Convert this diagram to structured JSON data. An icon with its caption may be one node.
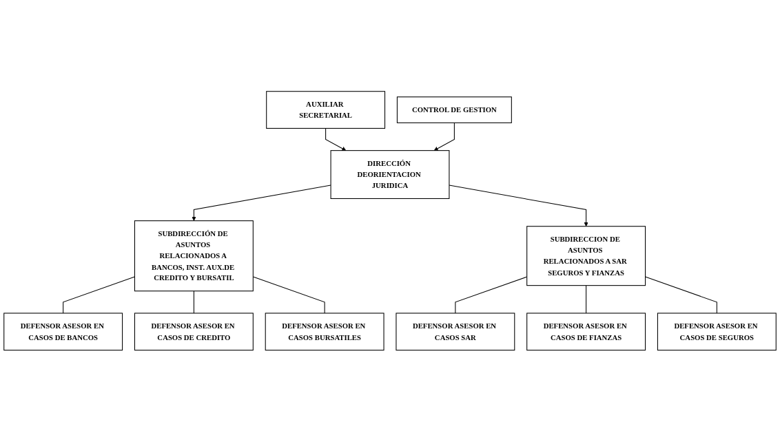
{
  "diagram": {
    "nodes": [
      {
        "text": [
          "DIRECCIÓN DEORIENTACION JURIDICA"
        ]
      },
      {
        "text": [
          "AUXILIAR SECRETARIAL"
        ]
      },
      {
        "text": [
          "CONTROL DE GESTION"
        ]
      },
      {
        "text": [
          "SUBDIRECCIÓN DE ASUNTOS RELACIONADOS A BANCOS, INST. AUX.DE CREDITO Y BURSATIL"
        ]
      },
      {
        "text": [
          "SUBDIRECCION DE ASUNTOS RELACIONADOS A SAR SEGUROS Y FIANZAS"
        ]
      },
      {
        "text": [
          "DEFENSOR ASESOR EN CASOS DE BANCOS"
        ]
      },
      {
        "text": [
          "DEFENSOR ASESOR EN CASOS DE CREDITO"
        ]
      },
      {
        "text": [
          "DEFENSOR ASESOR EN CASOS BURSATILES"
        ]
      },
      {
        "text": [
          "DEFENSOR ASESOR EN CASOS SAR"
        ]
      },
      {
        "text": [
          "DEFENSOR ASESOR EN CASOS DE FIANZAS"
        ]
      },
      {
        "text": [
          "DEFENSOR ASESOR EN CASOS DE SEGUROS"
        ]
      }
    ],
    "edges": [
      {
        "from": 1,
        "to": 0,
        "arrow": "to"
      },
      {
        "from": 2,
        "to": 0,
        "arrow": "to"
      },
      {
        "from": 0,
        "to": 3,
        "arrow": "to"
      },
      {
        "from": 0,
        "to": 4,
        "arrow": "to"
      },
      {
        "from": 3,
        "to": 5,
        "arrow": "none"
      },
      {
        "from": 3,
        "to": 6,
        "arrow": "none"
      },
      {
        "from": 3,
        "to": 7,
        "arrow": "none"
      },
      {
        "from": 4,
        "to": 8,
        "arrow": "none"
      },
      {
        "from": 4,
        "to": 9,
        "arrow": "none"
      },
      {
        "from": 4,
        "to": 10,
        "arrow": "none"
      }
    ]
  }
}
